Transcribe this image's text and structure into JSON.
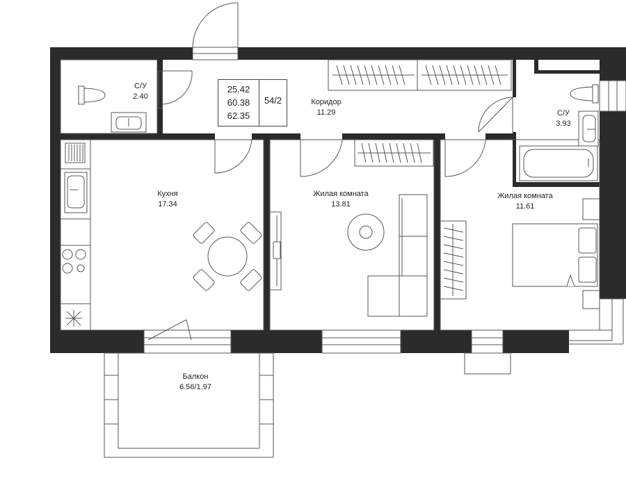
{
  "summary": {
    "living_area": "25.42",
    "total_area": "60.38",
    "total_area_with_balcony": "62.35",
    "apartment_code": "54/2"
  },
  "rooms": {
    "wc_left": {
      "name": "С/У",
      "area": "2.40"
    },
    "corridor": {
      "name": "Коридор",
      "area": "11.29"
    },
    "wc_right": {
      "name": "С/У",
      "area": "3.93"
    },
    "kitchen": {
      "name": "Кухня",
      "area": "17.34"
    },
    "living_middle": {
      "name": "Жилая комната",
      "area": "13.81"
    },
    "living_right": {
      "name": "Жилая комната",
      "area": "11.61"
    },
    "balcony": {
      "name": "Балкон",
      "area": "6.56/1.97"
    }
  },
  "colors": {
    "wall": "#2b2b2b",
    "line": "#555555",
    "background": "#ffffff"
  }
}
